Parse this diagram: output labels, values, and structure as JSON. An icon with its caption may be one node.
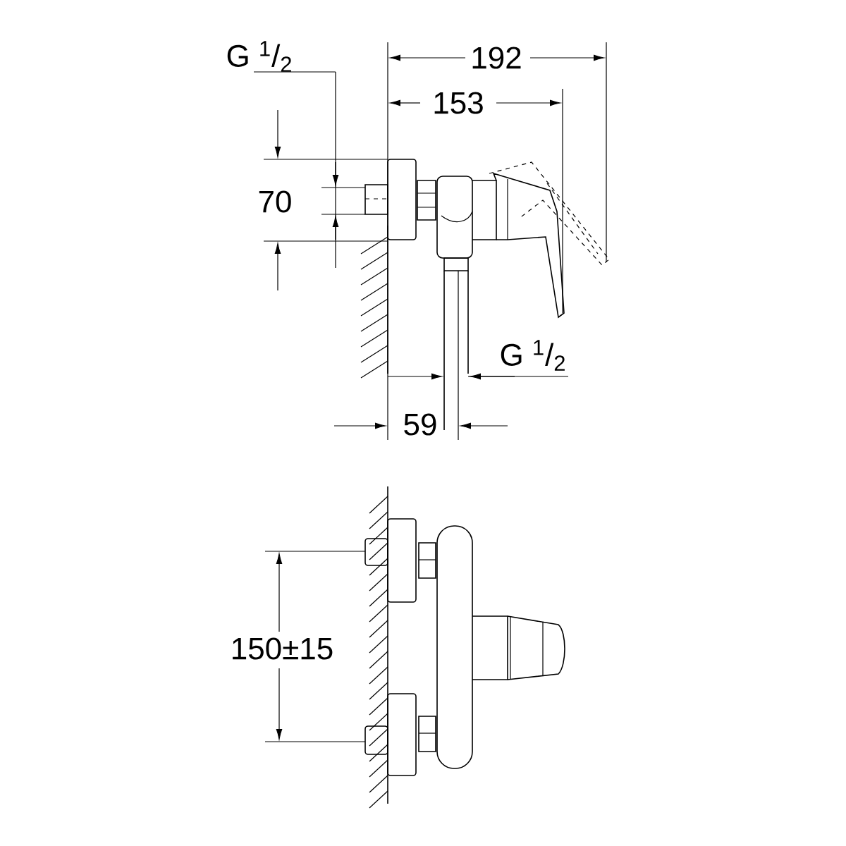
{
  "diagram": {
    "labels": [
      "G $^{1}$/$_{2}$",
      "192",
      "153",
      "70",
      "G $^{1}$/$_{2}$",
      "59",
      "150±15"
    ]
  }
}
